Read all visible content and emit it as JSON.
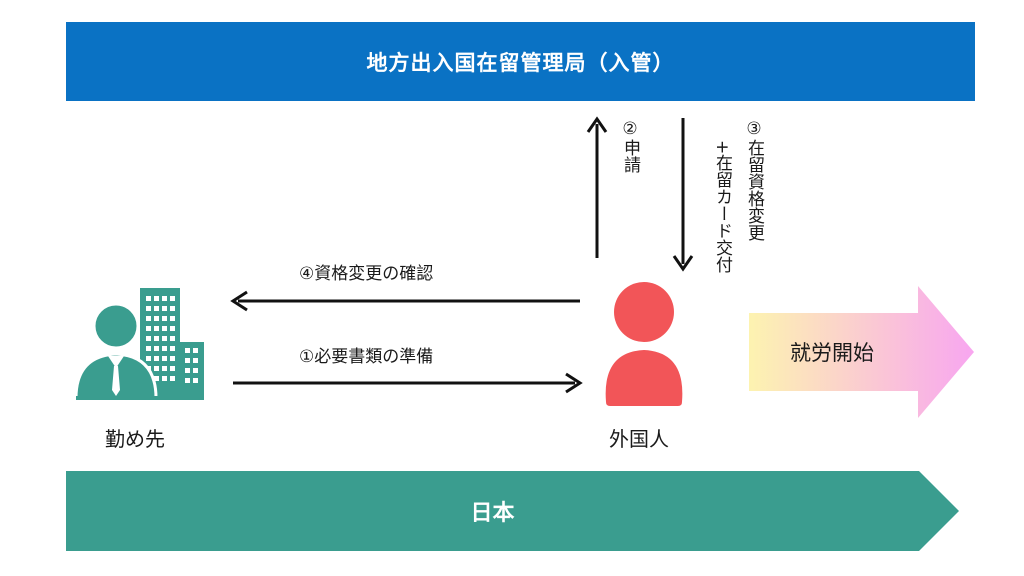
{
  "top_banner": {
    "label": "地方出入国在留管理局（入管）",
    "color": "#0a72c4"
  },
  "bottom_banner": {
    "label": "日本",
    "color": "#3a9d8f"
  },
  "steps": {
    "step1": "①必要書類の準備",
    "step2": "②申請",
    "step3_line1": "③在留資格変更",
    "step3_line2": "+在留カード交付",
    "step4": "④資格変更の確認"
  },
  "actors": {
    "employer": {
      "label": "勤め先",
      "icon": "office-worker-building-icon",
      "color": "#3a9d8f"
    },
    "foreigner": {
      "label": "外国人",
      "icon": "person-icon",
      "color": "#f25558"
    }
  },
  "start_work": {
    "label": "就労開始",
    "gradient_from": "#fdf3b0",
    "gradient_to": "#f8a6f0"
  }
}
